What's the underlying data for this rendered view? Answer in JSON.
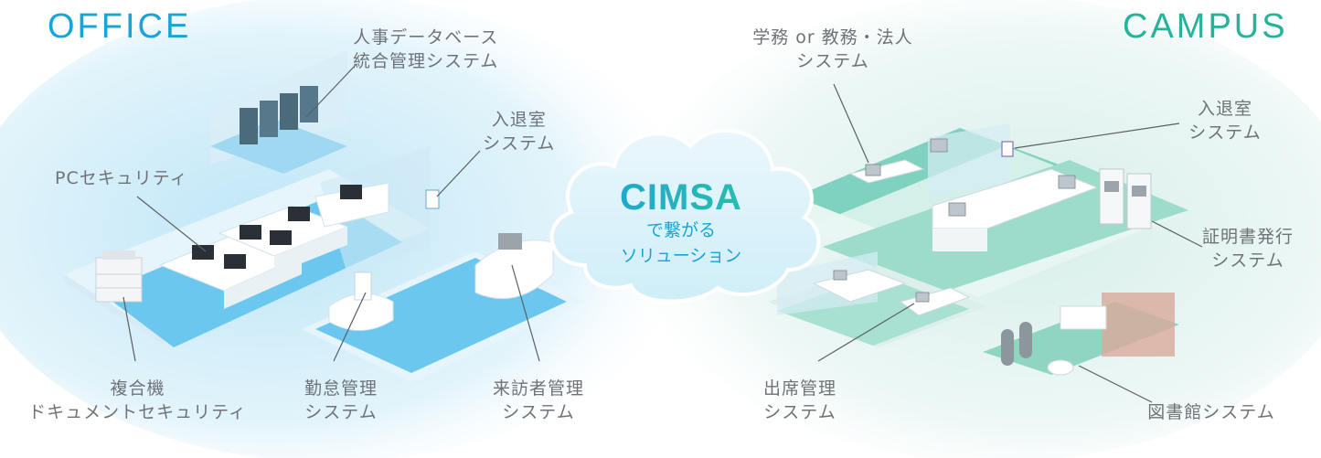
{
  "office": {
    "title": "OFFICE",
    "title_color": "#1aa3d6",
    "labels": {
      "hr_database": [
        "人事データベース",
        "統合管理システム"
      ],
      "pc_security": [
        "PCセキュリティ"
      ],
      "entry_exit": [
        "入退室",
        "システム"
      ],
      "mfp": [
        "複合機",
        "ドキュメントセキュリティ"
      ],
      "attendance": [
        "勤怠管理",
        "システム"
      ],
      "visitor": [
        "来訪者管理",
        "システム"
      ]
    }
  },
  "campus": {
    "title": "CAMPUS",
    "title_color": "#25b39a",
    "labels": {
      "academic": [
        "学務 or 教務・法人",
        "システム"
      ],
      "entry_exit": [
        "入退室",
        "システム"
      ],
      "certificate": [
        "証明書発行",
        "システム"
      ],
      "attendance": [
        "出席管理",
        "システム"
      ],
      "library": [
        "図書館システム"
      ]
    }
  },
  "center": {
    "name": "CIMSA",
    "line1": "で繋がる",
    "line2": "ソリューション",
    "gradient_from": "#1aa3d6",
    "gradient_to": "#2cc4a6"
  }
}
